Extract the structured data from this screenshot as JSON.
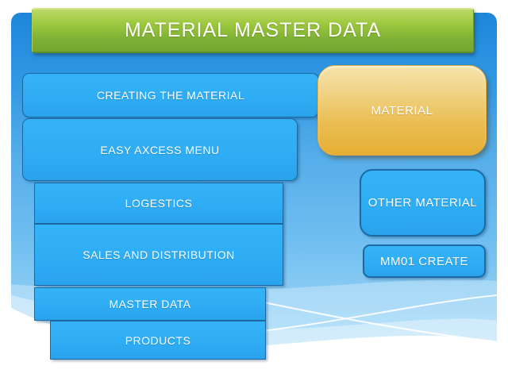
{
  "slide": {
    "title": "MATERIAL MASTER DATA"
  },
  "flow": {
    "steps": [
      {
        "label": "CREATING THE MATERIAL"
      },
      {
        "label": "EASY AXCESS MENU"
      },
      {
        "label": "LOGESTICS"
      },
      {
        "label": "SALES AND DISTRIBUTION"
      },
      {
        "label": "MASTER DATA"
      },
      {
        "label": "PRODUCTS"
      }
    ]
  },
  "side": {
    "nodes": [
      {
        "label": "MATERIAL"
      },
      {
        "label": "OTHER MATERIAL"
      },
      {
        "label": "MM01 CREATE"
      }
    ]
  },
  "colors": {
    "title_green_top": "#9cc83e",
    "title_green_bottom": "#74a630",
    "panel_blue_top": "#1e86d8",
    "panel_blue_bottom": "#a9def8",
    "box_blue": "#2fadf4",
    "box_border": "#1c6aa4",
    "highlight_orange_top": "#f6e2ab",
    "highlight_orange_bottom": "#e7ae34",
    "text": "#ffffff",
    "page_background": "#ffffff"
  }
}
